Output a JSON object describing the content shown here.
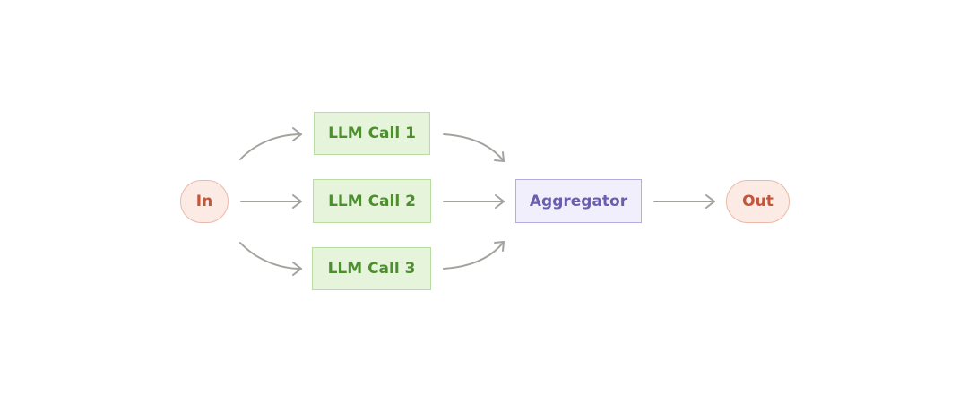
{
  "diagram": {
    "type": "flowchart",
    "colors": {
      "terminal_fill": "#fcebe5",
      "terminal_border": "#eab9a8",
      "terminal_text": "#c2553a",
      "llm_fill": "#e6f4dc",
      "llm_border": "#b8dca2",
      "llm_text": "#4d8f2e",
      "aggregator_fill": "#f1effb",
      "aggregator_border": "#b3aee0",
      "aggregator_text": "#6a5fae",
      "arrow": "#a3a39e"
    },
    "nodes": {
      "input": "In",
      "llm_call_1": "LLM Call 1",
      "llm_call_2": "LLM Call 2",
      "llm_call_3": "LLM Call 3",
      "aggregator": "Aggregator",
      "output": "Out"
    },
    "edges": [
      {
        "from": "input",
        "to": "llm_call_1"
      },
      {
        "from": "input",
        "to": "llm_call_2"
      },
      {
        "from": "input",
        "to": "llm_call_3"
      },
      {
        "from": "llm_call_1",
        "to": "aggregator"
      },
      {
        "from": "llm_call_2",
        "to": "aggregator"
      },
      {
        "from": "llm_call_3",
        "to": "aggregator"
      },
      {
        "from": "aggregator",
        "to": "output"
      }
    ]
  }
}
